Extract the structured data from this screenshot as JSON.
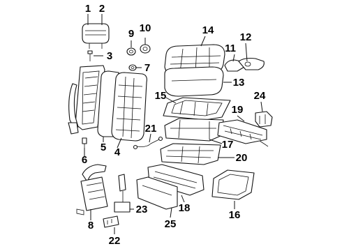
{
  "callouts": [
    {
      "id": "c1",
      "label": "1"
    },
    {
      "id": "c2",
      "label": "2"
    },
    {
      "id": "c3",
      "label": "3"
    },
    {
      "id": "c4",
      "label": "4"
    },
    {
      "id": "c5",
      "label": "5"
    },
    {
      "id": "c6",
      "label": "6"
    },
    {
      "id": "c7",
      "label": "7"
    },
    {
      "id": "c8",
      "label": "8"
    },
    {
      "id": "c9",
      "label": "9"
    },
    {
      "id": "c10",
      "label": "10"
    },
    {
      "id": "c11",
      "label": "11"
    },
    {
      "id": "c12",
      "label": "12"
    },
    {
      "id": "c13",
      "label": "13"
    },
    {
      "id": "c14",
      "label": "14"
    },
    {
      "id": "c15",
      "label": "15"
    },
    {
      "id": "c16",
      "label": "16"
    },
    {
      "id": "c17",
      "label": "17"
    },
    {
      "id": "c18",
      "label": "18"
    },
    {
      "id": "c19",
      "label": "19"
    },
    {
      "id": "c20",
      "label": "20"
    },
    {
      "id": "c21",
      "label": "21"
    },
    {
      "id": "c22",
      "label": "22"
    },
    {
      "id": "c23",
      "label": "23"
    },
    {
      "id": "c24",
      "label": "24"
    },
    {
      "id": "c25",
      "label": "25"
    }
  ],
  "colors": {
    "line": "#111111",
    "background": "#ffffff",
    "text": "#000000"
  }
}
